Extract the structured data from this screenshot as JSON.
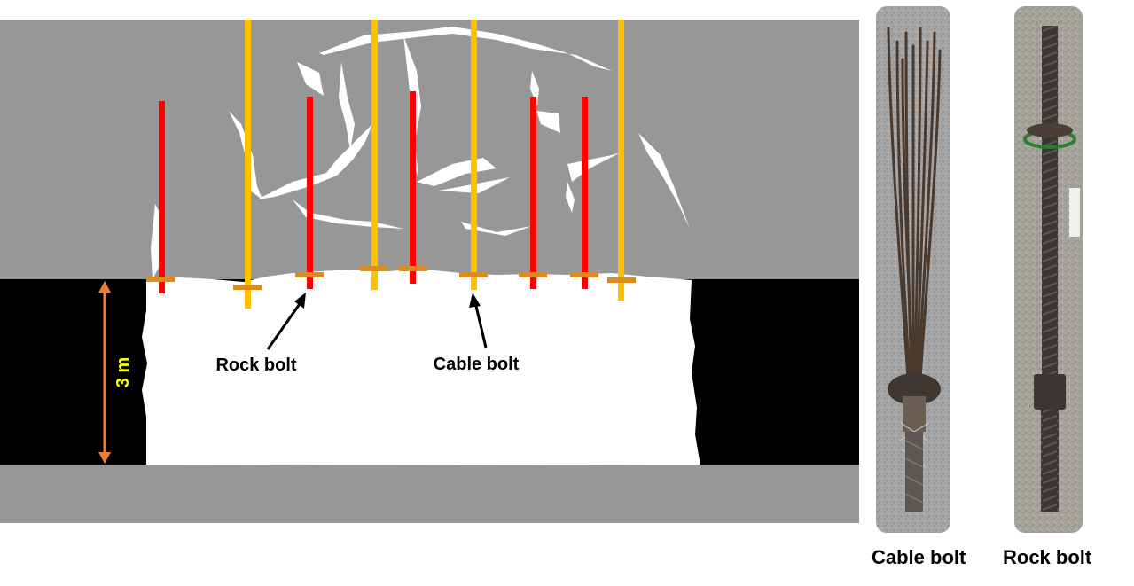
{
  "diagram": {
    "dimension_label": "3 m",
    "callouts": {
      "rock_bolt": "Rock bolt",
      "cable_bolt": "Cable bolt"
    },
    "colors": {
      "rock_mass": "#979797",
      "excavation": "#000000",
      "failed_zone": "#ffffff",
      "rock_bolt": "#ff0000",
      "cable_bolt": "#ffc000",
      "bearing_plate": "#e08a1e",
      "dimension_arrow": "#ed7d31",
      "dimension_text": "#ffff00"
    }
  },
  "photos": [
    {
      "caption": "Cable bolt"
    },
    {
      "caption": "Rock bolt"
    }
  ]
}
